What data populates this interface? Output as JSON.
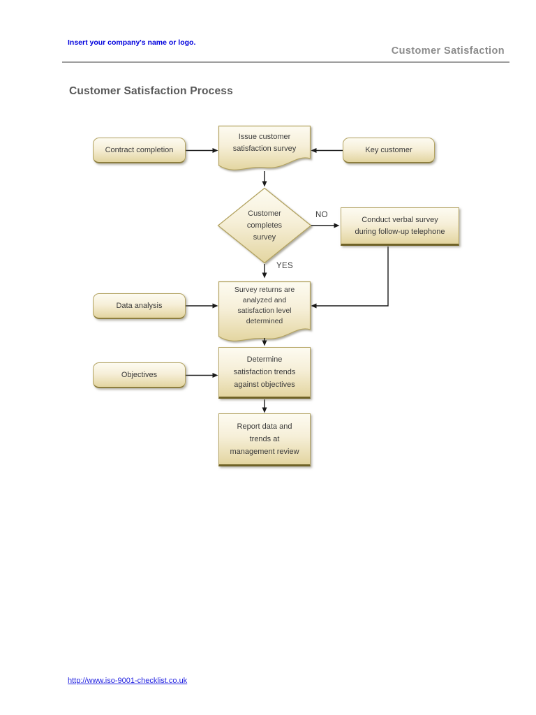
{
  "header": {
    "company_placeholder": "Insert your company's name or logo.",
    "document_title": "Customer Satisfaction"
  },
  "page": {
    "title": "Customer Satisfaction Process"
  },
  "flowchart": {
    "nodes": {
      "contract_completion": {
        "label": "Contract completion",
        "type": "terminator"
      },
      "issue_survey": {
        "label": "Issue customer\nsatisfaction survey",
        "type": "document"
      },
      "key_customer": {
        "label": "Key customer",
        "type": "terminator"
      },
      "customer_completes_survey": {
        "label": "Customer\ncompletes\nsurvey",
        "type": "decision"
      },
      "conduct_verbal_survey": {
        "label": "Conduct verbal survey\nduring follow-up telephone",
        "type": "process"
      },
      "survey_returns": {
        "label": "Survey returns are\nanalyzed and\nsatisfaction level\ndetermined",
        "type": "document"
      },
      "data_analysis": {
        "label": "Data analysis",
        "type": "terminator"
      },
      "objectives": {
        "label": "Objectives",
        "type": "terminator"
      },
      "determine_trends": {
        "label": "Determine\nsatisfaction trends\nagainst objectives",
        "type": "process"
      },
      "report_data": {
        "label": "Report data and\ntrends at\nmanagement review",
        "type": "process"
      }
    },
    "branch_labels": {
      "no": "NO",
      "yes": "YES"
    }
  },
  "footer": {
    "link": "http://www.iso-9001-checklist.co.uk"
  },
  "colors": {
    "header_blue": "#0000dd",
    "header_gray": "#8b8b8b",
    "title_gray": "#595959",
    "shape_fill_top": "#fdfbf1",
    "shape_fill_bottom": "#e3d5a0",
    "shape_border": "#b3a361",
    "shape_bottom_edge": "#6f6226",
    "connector_black": "#1a1a1a",
    "link_blue": "#2121e0"
  }
}
